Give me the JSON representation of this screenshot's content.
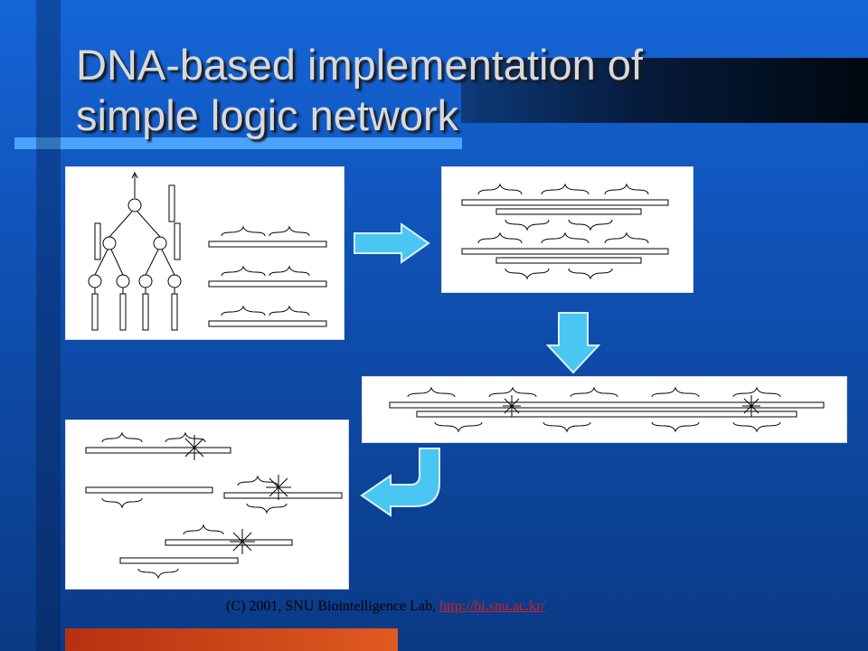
{
  "slide": {
    "title_line1": "DNA-based implementation of",
    "title_line2": "simple logic network",
    "footer_text": "(C) 2001, SNU Biointelligence Lab, ",
    "footer_link": "http://bi.snu.ac.kr/"
  },
  "colors": {
    "background": "#1565d8",
    "dark_bar": "#061a3a",
    "light_bar": "#4aa3ff",
    "orange_bar": "#d04a1a",
    "arrow_fill": "#49c6f2",
    "title": "#d9d9d9",
    "link": "#cc2222"
  },
  "icons": [
    "right-arrow-icon",
    "down-arrow-icon",
    "curved-return-arrow-icon"
  ]
}
